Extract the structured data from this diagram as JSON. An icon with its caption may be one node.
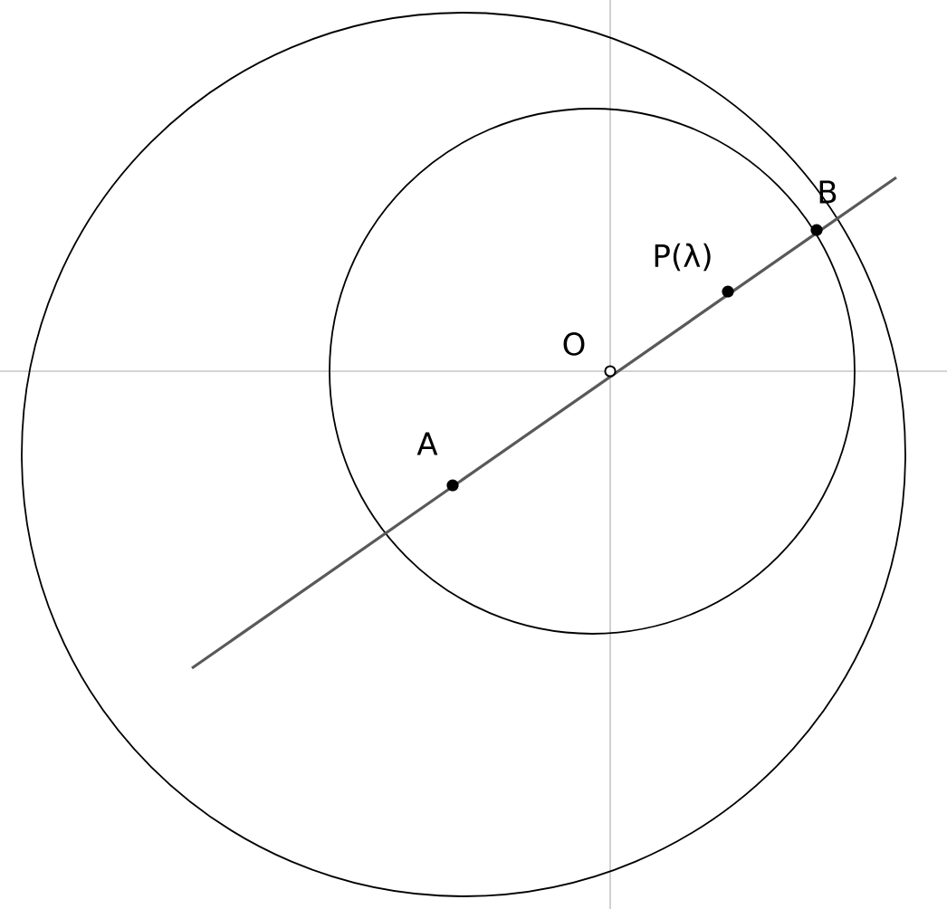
{
  "diagram": {
    "labels": [
      "A",
      "O",
      "P(λ)",
      "B"
    ]
  }
}
